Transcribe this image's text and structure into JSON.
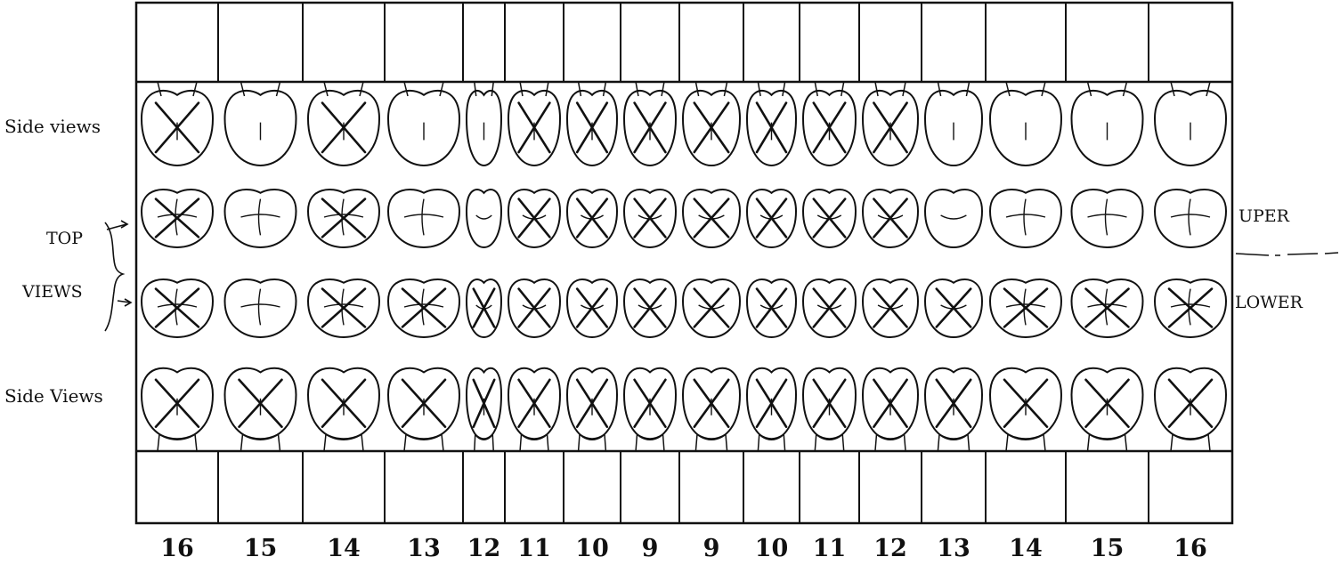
{
  "labels": {
    "side_views_upper": "Side views",
    "top": "TOP",
    "views": "VIEWS",
    "side_views_lower": "Side Views",
    "upper": "UPER",
    "lower": "LOWER"
  },
  "tooth_numbers": [
    "16",
    "15",
    "14",
    "13",
    "12",
    "11",
    "10",
    "9",
    "9",
    "10",
    "11",
    "12",
    "13",
    "14",
    "15",
    "16"
  ],
  "marked_teeth": {
    "upper_side": [
      1,
      0,
      1,
      0,
      0,
      1,
      1,
      1,
      1,
      1,
      1,
      1,
      0,
      0,
      0,
      0
    ],
    "upper_top": [
      1,
      0,
      1,
      0,
      0,
      1,
      1,
      1,
      1,
      1,
      1,
      1,
      0,
      0,
      0,
      0
    ],
    "lower_top": [
      1,
      0,
      1,
      1,
      1,
      1,
      1,
      1,
      1,
      1,
      1,
      1,
      1,
      1,
      1,
      1
    ],
    "lower_side": [
      1,
      1,
      1,
      1,
      1,
      1,
      1,
      1,
      1,
      1,
      1,
      1,
      1,
      1,
      1,
      1
    ]
  },
  "colors": {
    "ink": "#111111",
    "background": "#ffffff"
  }
}
